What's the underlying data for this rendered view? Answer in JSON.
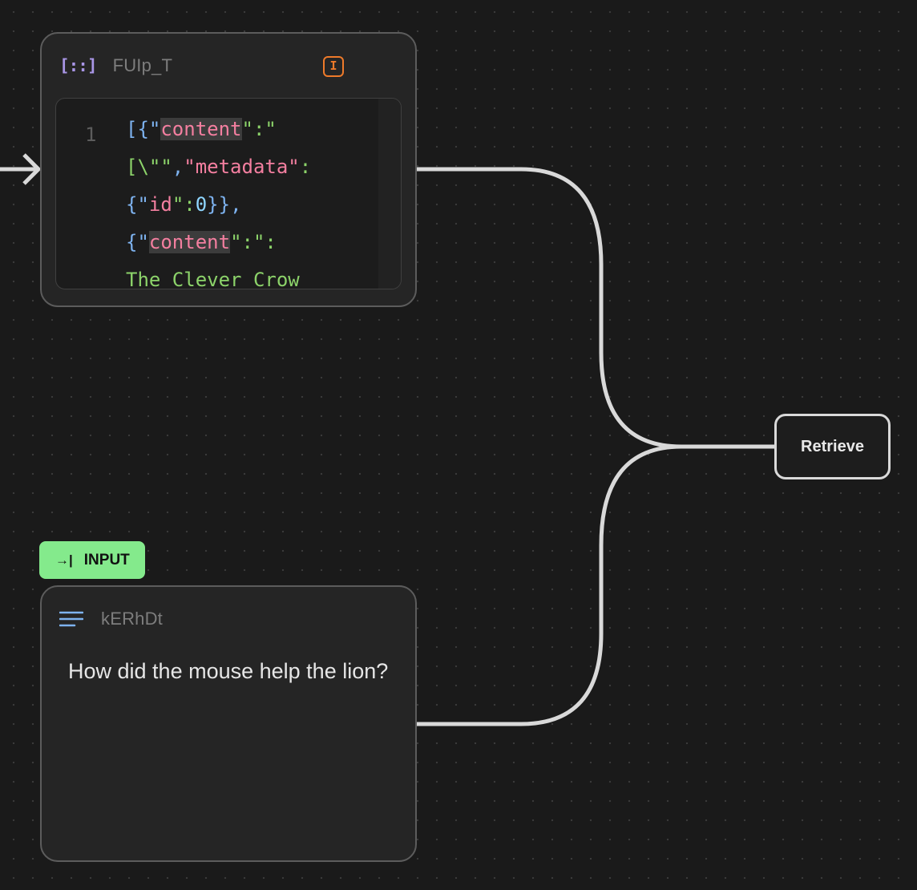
{
  "canvas": {
    "background": "#1a1a1a",
    "edge_color": "#d9d9d9"
  },
  "json_node": {
    "icon": "json-brackets-icon",
    "icon_glyph": "[::]",
    "title": "FUIp_T",
    "flag_icon": "output-flag-icon",
    "flag_glyph": "I",
    "code": {
      "line_number": "1",
      "lines": [
        [
          {
            "t": "[{\"",
            "c": "p"
          },
          {
            "t": "content",
            "c": "k"
          },
          {
            "t": "\":\"",
            "c": "s"
          }
        ],
        [
          {
            "t": "[\\\"\"",
            "c": "s"
          },
          {
            "t": ",",
            "c": "p"
          },
          {
            "t": "\"metadata\"",
            "c": "k2"
          },
          {
            "t": ":",
            "c": "s"
          }
        ],
        [
          {
            "t": "{\"",
            "c": "p"
          },
          {
            "t": "id",
            "c": "k2"
          },
          {
            "t": "\":",
            "c": "s"
          },
          {
            "t": "0",
            "c": "n"
          },
          {
            "t": "}},",
            "c": "p"
          }
        ],
        [
          {
            "t": "{\"",
            "c": "p"
          },
          {
            "t": "content",
            "c": "k"
          },
          {
            "t": "\":\":",
            "c": "s"
          }
        ],
        [
          {
            "t": "The Clever Crow",
            "c": "s"
          }
        ]
      ]
    }
  },
  "input_badge": {
    "icon": "arrow-to-right-icon",
    "icon_glyph": "→|",
    "label": "INPUT",
    "color": "#84ea8c"
  },
  "text_node": {
    "icon": "text-lines-icon",
    "title": "kERhDt",
    "text": "How did the mouse help the lion?"
  },
  "retrieve_node": {
    "label": "Retrieve"
  }
}
